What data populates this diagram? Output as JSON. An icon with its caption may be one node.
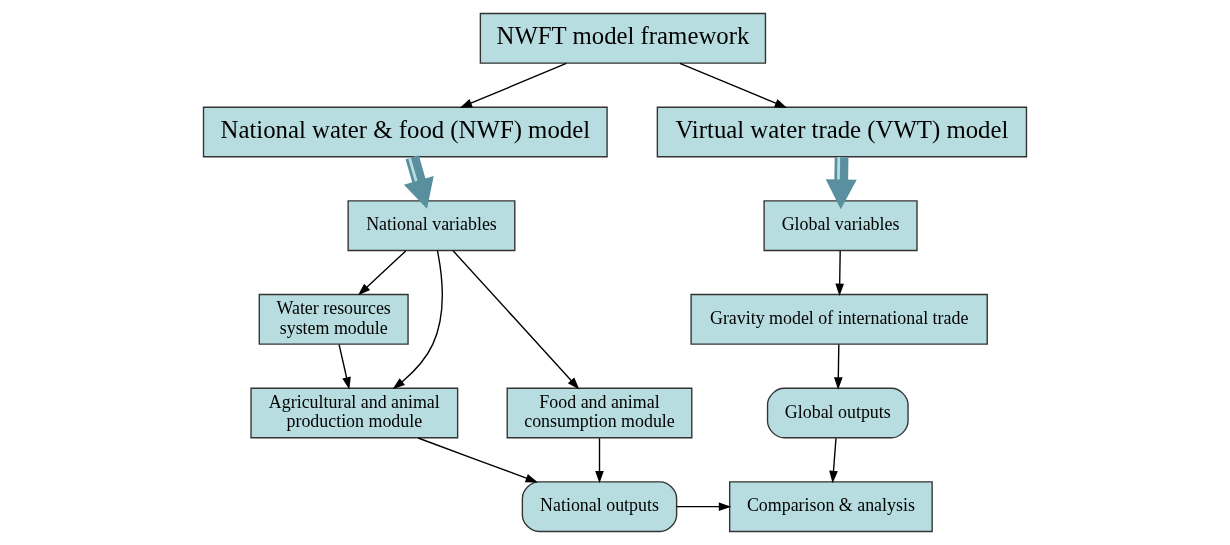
{
  "diagram": {
    "nodes": [
      {
        "text": [
          "NWFT model framework"
        ]
      },
      {
        "text": [
          "National water & food (NWF) model"
        ]
      },
      {
        "text": [
          "Virtual water trade (VWT) model"
        ]
      },
      {
        "text": [
          "National variables"
        ]
      },
      {
        "text": [
          "Water resources system module"
        ]
      },
      {
        "text": [
          "Agricultural and animal production module"
        ]
      },
      {
        "text": [
          "Food and animal consumption module"
        ]
      },
      {
        "text": [
          "National outputs"
        ]
      },
      {
        "text": [
          "Global variables"
        ]
      },
      {
        "text": [
          "Gravity model of international trade"
        ]
      },
      {
        "text": [
          "Global outputs"
        ]
      },
      {
        "text": [
          "Comparison & analysis"
        ]
      }
    ],
    "edges": [
      {
        "from": 0,
        "to": 1,
        "arrow": "to"
      },
      {
        "from": 0,
        "to": 2,
        "arrow": "to"
      },
      {
        "from": 1,
        "to": 3,
        "arrow": "to",
        "style": "thick",
        "color": "#5a8fa0"
      },
      {
        "from": 2,
        "to": 8,
        "arrow": "to",
        "style": "thick",
        "color": "#5a8fa0"
      },
      {
        "from": 3,
        "to": 4,
        "arrow": "to"
      },
      {
        "from": 3,
        "to": 5,
        "arrow": "to"
      },
      {
        "from": 3,
        "to": 6,
        "arrow": "to"
      },
      {
        "from": 4,
        "to": 5,
        "arrow": "to"
      },
      {
        "from": 5,
        "to": 7,
        "arrow": "to"
      },
      {
        "from": 6,
        "to": 7,
        "arrow": "to"
      },
      {
        "from": 7,
        "to": 11,
        "arrow": "to"
      },
      {
        "from": 8,
        "to": 9,
        "arrow": "to"
      },
      {
        "from": 9,
        "to": 10,
        "arrow": "to"
      },
      {
        "from": 10,
        "to": 11,
        "arrow": "to"
      }
    ]
  }
}
